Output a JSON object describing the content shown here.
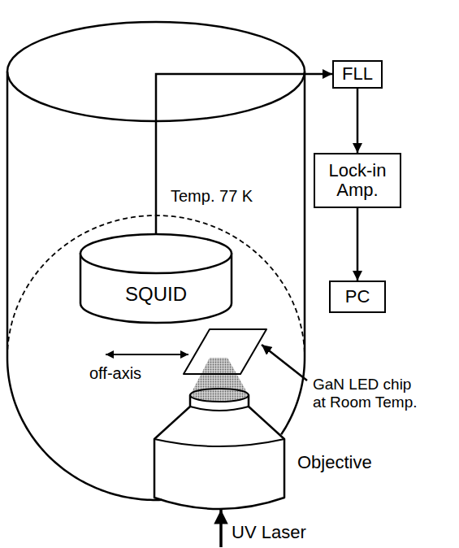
{
  "diagram": {
    "nodes": [
      {
        "text": [
          "Temp. 77 K"
        ]
      },
      {
        "text": [
          "SQUID"
        ],
        "in": 0
      },
      {
        "text": [
          "FLL"
        ]
      },
      {
        "text": [
          "Lock-in Amp."
        ]
      },
      {
        "text": [
          "PC"
        ]
      }
    ],
    "edges": [
      {
        "from": 1,
        "to": 2,
        "arrow": "to"
      },
      {
        "from": 2,
        "to": 3,
        "arrow": "to"
      },
      {
        "from": 3,
        "to": 4,
        "arrow": "to"
      }
    ],
    "labels": [
      "off-axis",
      "GaN LED chip at Room Temp.",
      "Objective",
      "UV Laser"
    ]
  }
}
